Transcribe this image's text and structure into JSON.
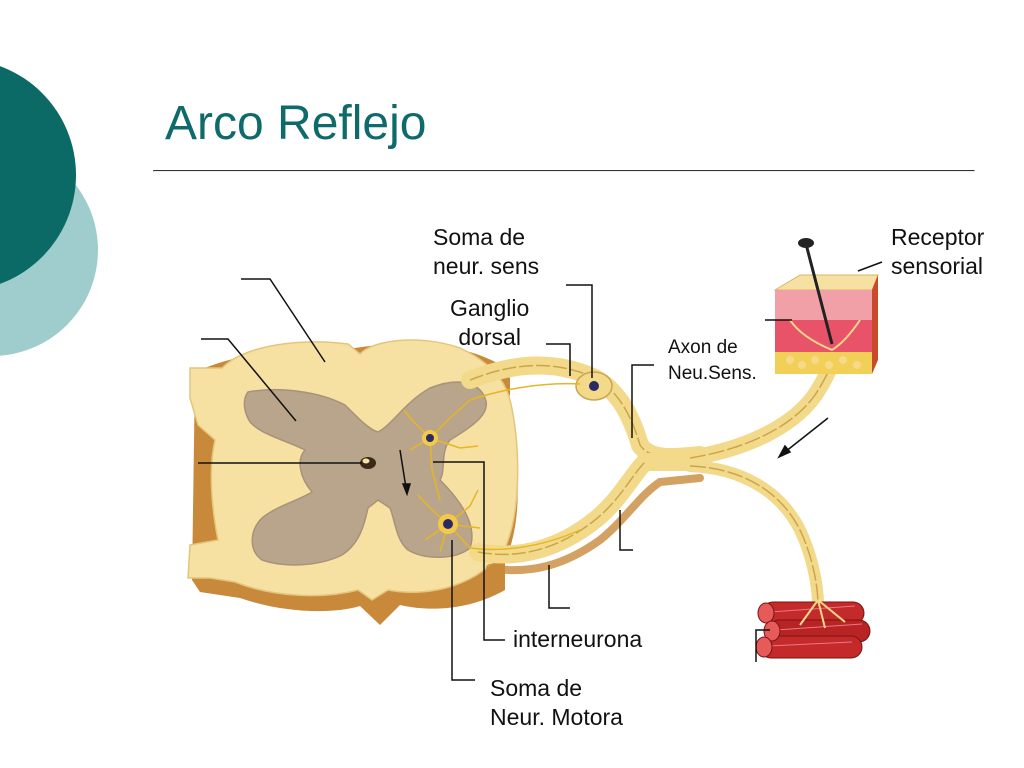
{
  "slide": {
    "title": "Arco Reflejo"
  },
  "theme": {
    "title_color": "#0f6b6b",
    "circle_dark": "#0b6a66",
    "circle_light": "#9fcdcd",
    "tissue_light": "#f6e1a2",
    "gray_matter": "#b9a58c",
    "nerve": "#f3d98a",
    "muscle": "#c42a2a"
  },
  "labels": {
    "soma_sensory": "Soma de\nneur. sens",
    "dorsal_ganglion": "Ganglio\ndorsal",
    "axon_sensory": "Axon de\nNeu.Sens.",
    "receptor": "Receptor\nsensorial",
    "interneuron": "interneurona",
    "soma_motor": "Soma de\nNeur. Motora"
  }
}
